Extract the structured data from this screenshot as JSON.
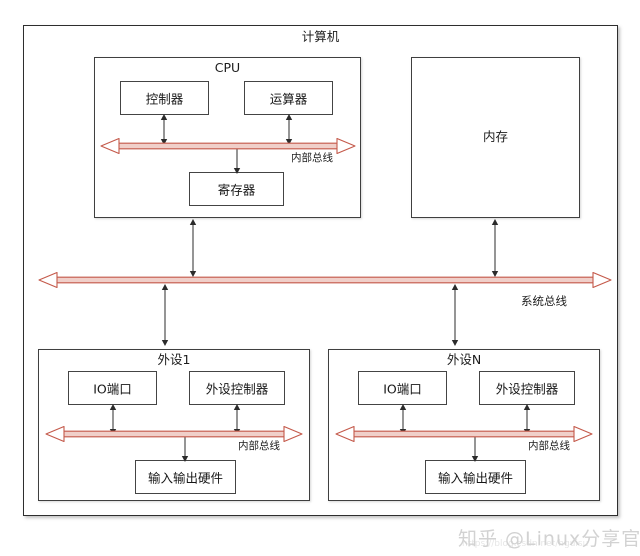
{
  "diagram": {
    "computer": {
      "title": "计算机",
      "cpu": {
        "title": "CPU",
        "controller": "控制器",
        "alu": "运算器",
        "register": "寄存器",
        "internal_bus_label": "内部总线"
      },
      "memory": {
        "title": "内存"
      },
      "system_bus_label": "系统总线",
      "peripherals": [
        {
          "title": "外设1",
          "io_port": "IO端口",
          "controller": "外设控制器",
          "io_hardware": "输入输出硬件",
          "internal_bus_label": "内部总线"
        },
        {
          "title": "外设N",
          "io_port": "IO端口",
          "controller": "外设控制器",
          "io_hardware": "输入输出硬件",
          "internal_bus_label": "内部总线"
        }
      ]
    },
    "watermark": {
      "text": "知乎 @Linux分享官",
      "url": "https://blog.csdn.net/hguisu"
    },
    "colors": {
      "bus_stroke": "#c4594a",
      "bus_fill": "#f0cfc9",
      "box_border": "#3a3a3a",
      "text": "#1c1c1c",
      "watermark": "#d2d2d2"
    }
  }
}
